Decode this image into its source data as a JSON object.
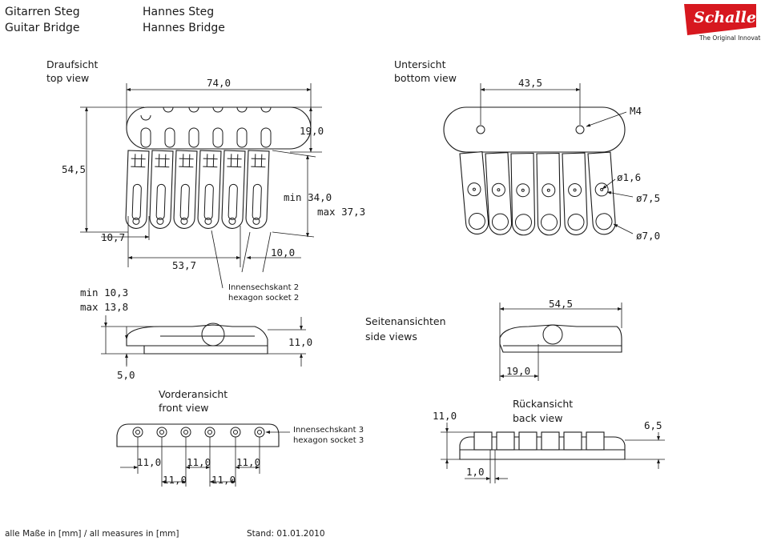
{
  "header": {
    "title_de": "Gitarren Steg",
    "title_en": "Guitar Bridge",
    "model_de": "Hannes Steg",
    "model_en": "Hannes Bridge"
  },
  "logo": {
    "brand": "Schaller",
    "tagline": "The Original Innovators",
    "color": "#d7181f"
  },
  "views": {
    "top": {
      "title_de": "Draufsicht",
      "title_en": "top view"
    },
    "bottom": {
      "title_de": "Untersicht",
      "title_en": "bottom view"
    },
    "side": {
      "title_de": "Seitenansichten",
      "title_en": "side views"
    },
    "front": {
      "title_de": "Vorderansicht",
      "title_en": "front view"
    },
    "back": {
      "title_de": "Rückansicht",
      "title_en": "back view"
    }
  },
  "dimensions": {
    "top_width": "74,0",
    "top_depth": "19,0",
    "top_height": "54,5",
    "top_min": "min 34,0",
    "top_max": "max 37,3",
    "top_offset": "10,7",
    "top_span": "53,7",
    "top_saddle": "10,0",
    "bottom_span": "43,5",
    "bottom_thread": "M4",
    "bottom_hole1": "ø1,6",
    "bottom_hole2": "ø7,5",
    "bottom_hole3": "ø7,0",
    "side_min": "min 10,3",
    "side_max": "max 13,8",
    "side_height": "11,0",
    "side_base": "5,0",
    "side_length": "54,5",
    "side_offset": "19,0",
    "front_spacing": "11,0",
    "back_height": "11,0",
    "back_saddle": "6,5",
    "back_offset": "1,0"
  },
  "notes": {
    "hex2_de": "Innensechskant 2",
    "hex2_en": "hexagon socket 2",
    "hex3_de": "Innensechskant 3",
    "hex3_en": "hexagon socket 3"
  },
  "footer": {
    "measures": "alle Maße in [mm] / all measures in [mm]",
    "date": "Stand: 01.01.2010"
  }
}
